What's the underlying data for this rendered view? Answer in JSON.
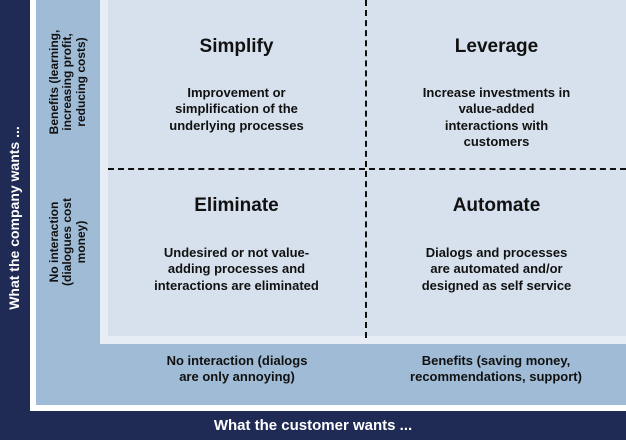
{
  "axes": {
    "y_title": "What the company wants ...",
    "x_title": "What the customer wants ...",
    "y_levels": {
      "high": "Benefits (learning,\nincreasing profit,\nreducing costs)",
      "low": "No interaction\n(dialogues cost\nmoney)"
    },
    "x_levels": {
      "low": "No interaction (dialogs\nare only annoying)",
      "high": "Benefits (saving money,\nrecommendations, support)"
    }
  },
  "quadrants": {
    "top_left": {
      "title": "Simplify",
      "description": "Improvement or\nsimplification of the\nunderlying processes"
    },
    "top_right": {
      "title": "Leverage",
      "description": "Increase investments in\nvalue-added\ninteractions with\ncustomers"
    },
    "bottom_left": {
      "title": "Eliminate",
      "description": "Undesired or not value-\nadding processes and\ninteractions are eliminated"
    },
    "bottom_right": {
      "title": "Automate",
      "description": "Dialogs and processes\nare automated and/or\ndesigned as self service"
    }
  },
  "colors": {
    "frame": "#1f2a55",
    "axis_band": "#9fbbd5",
    "matrix": "#d6e1ed",
    "divider": "#111111"
  }
}
